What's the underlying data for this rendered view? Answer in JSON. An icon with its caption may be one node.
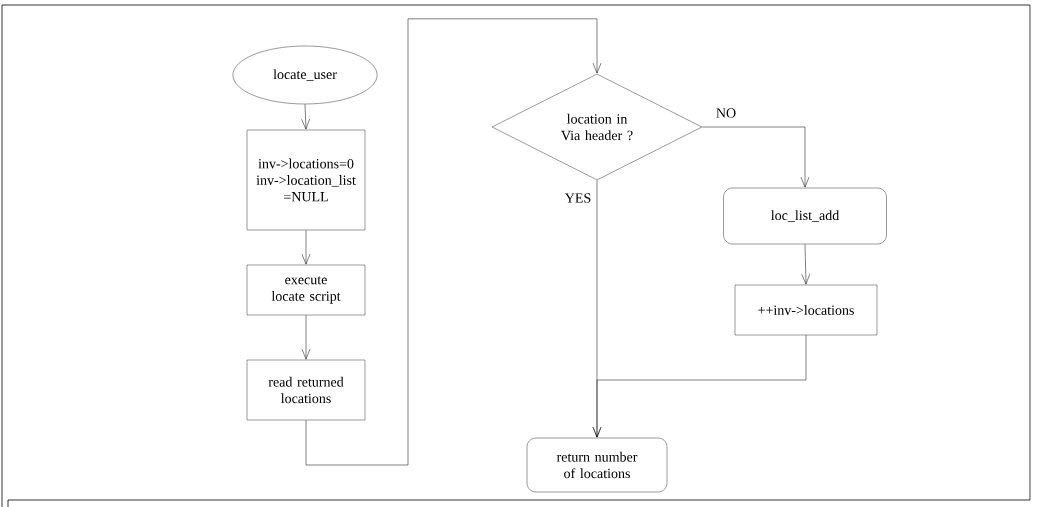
{
  "diagram": {
    "nodes": [
      {
        "text": [
          "locate_user"
        ]
      },
      {
        "text": [
          "inv->locations=0 inv->location_list =NULL"
        ]
      },
      {
        "text": [
          "execute locate script"
        ]
      },
      {
        "text": [
          "read returned locations"
        ]
      },
      {
        "text": [
          "location in Via header ?"
        ]
      },
      {
        "text": [
          "loc_list_add"
        ]
      },
      {
        "text": [
          "++inv->locations"
        ]
      },
      {
        "text": [
          "return number of locations"
        ]
      }
    ],
    "edges": [
      {
        "from": 0,
        "to": 1,
        "arrow": "to"
      },
      {
        "from": 1,
        "to": 2,
        "arrow": "to"
      },
      {
        "from": 2,
        "to": 3,
        "arrow": "to"
      },
      {
        "from": 3,
        "to": 4,
        "arrow": "to"
      },
      {
        "from": 4,
        "to": 5,
        "arrow": "to",
        "label": "NO"
      },
      {
        "from": 5,
        "to": 6,
        "arrow": "to"
      },
      {
        "from": 4,
        "to": 7,
        "arrow": "to",
        "label": "YES"
      },
      {
        "from": 6,
        "to": 7,
        "arrow": "to"
      }
    ]
  }
}
